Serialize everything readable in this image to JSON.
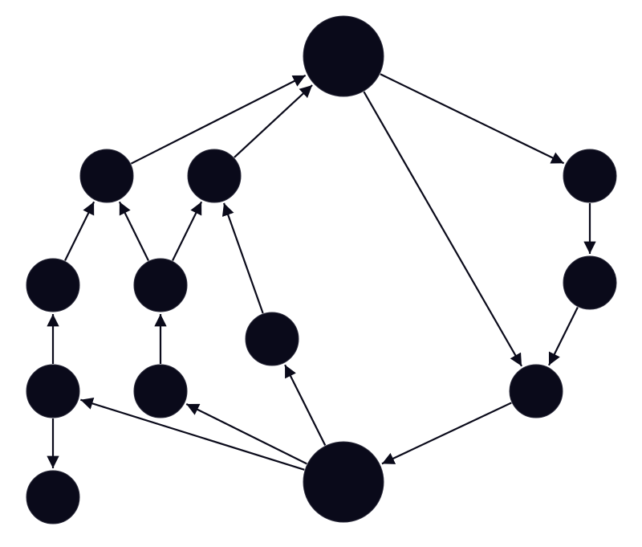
{
  "diagram": {
    "colors": {
      "node": "#0a0a1a",
      "edge": "#0a0a1a",
      "background": "#ffffff"
    },
    "nodes": [
      {
        "id": "hub-top",
        "size": "large"
      },
      {
        "id": "hub-bottom",
        "size": "large"
      },
      {
        "id": "n-a",
        "size": "small"
      },
      {
        "id": "n-b",
        "size": "small"
      },
      {
        "id": "n-c",
        "size": "small"
      },
      {
        "id": "n-d",
        "size": "small"
      },
      {
        "id": "n-e",
        "size": "small"
      },
      {
        "id": "n-f",
        "size": "small"
      },
      {
        "id": "n-g",
        "size": "small"
      },
      {
        "id": "n-h",
        "size": "small"
      },
      {
        "id": "n-i",
        "size": "small"
      },
      {
        "id": "n-j",
        "size": "small"
      },
      {
        "id": "n-k",
        "size": "small"
      },
      {
        "id": "n-l",
        "size": "small"
      }
    ],
    "edges": [
      {
        "from": "n-a",
        "to": "hub-top"
      },
      {
        "from": "n-b",
        "to": "hub-top"
      },
      {
        "from": "hub-top",
        "to": "n-j"
      },
      {
        "from": "hub-top",
        "to": "n-l"
      },
      {
        "from": "n-j",
        "to": "n-k"
      },
      {
        "from": "n-k",
        "to": "n-l"
      },
      {
        "from": "n-l",
        "to": "hub-bottom"
      },
      {
        "from": "hub-bottom",
        "to": "n-h"
      },
      {
        "from": "hub-bottom",
        "to": "n-e"
      },
      {
        "from": "hub-bottom",
        "to": "n-f"
      },
      {
        "from": "n-h",
        "to": "n-b"
      },
      {
        "from": "n-f",
        "to": "n-d"
      },
      {
        "from": "n-d",
        "to": "n-a"
      },
      {
        "from": "n-d",
        "to": "n-b"
      },
      {
        "from": "n-e",
        "to": "n-c"
      },
      {
        "from": "n-e",
        "to": "n-g"
      },
      {
        "from": "n-c",
        "to": "n-a"
      }
    ]
  }
}
